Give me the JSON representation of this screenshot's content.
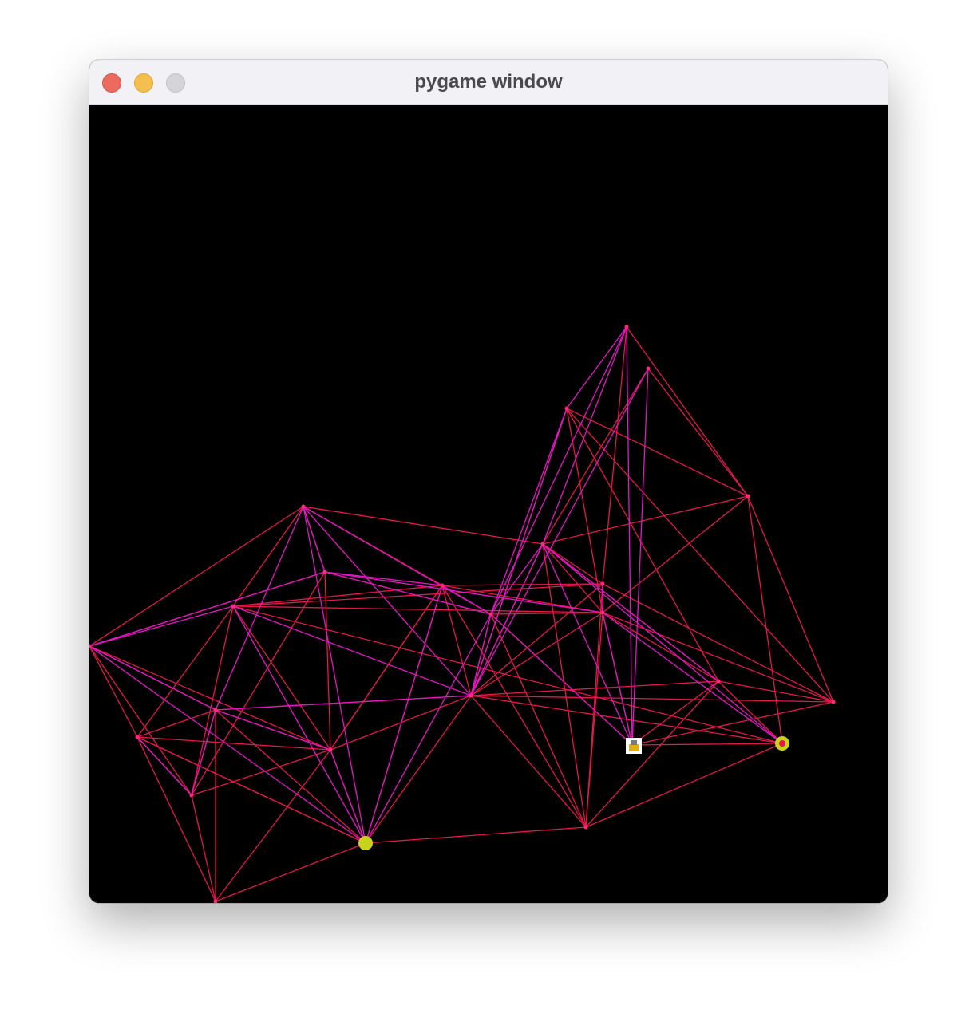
{
  "window": {
    "title": "pygame window",
    "controls": [
      "close",
      "minimize",
      "maximize"
    ]
  },
  "scene": {
    "background": "#000000",
    "edge_colors": {
      "red": "#e8164a",
      "magenta": "#e814c8"
    },
    "marker_color": "#c8d41c",
    "agent_icon": "robot-agent-icon"
  }
}
